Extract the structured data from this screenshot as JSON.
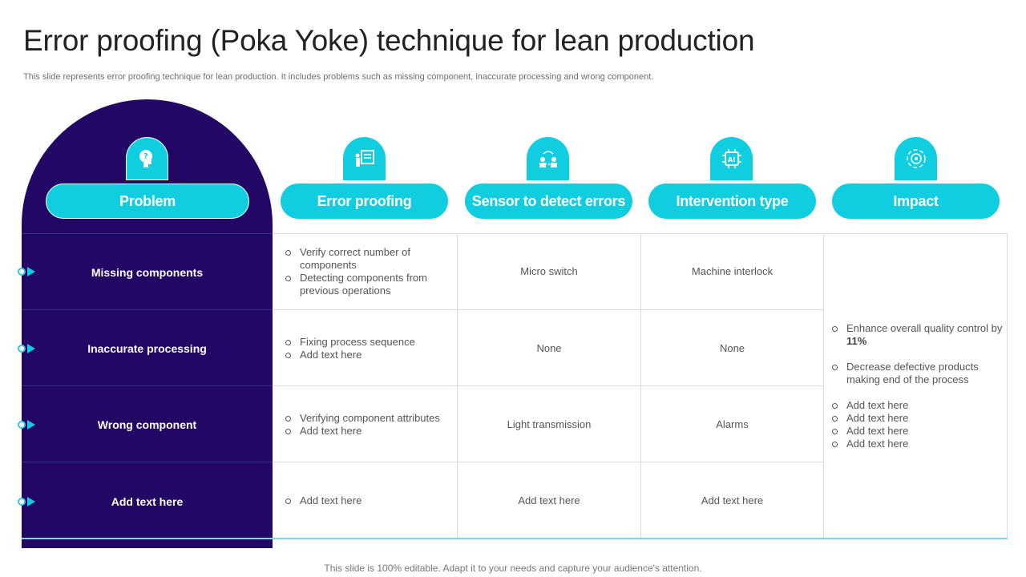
{
  "title": "Error proofing (Poka Yoke) technique for lean production",
  "subtitle": "This slide represents error proofing technique for lean production. It includes problems such as missing component, inaccurate processing and wrong component.",
  "footer": "This slide is 100% editable. Adapt it to your needs and capture your audience's attention.",
  "colors": {
    "navy": "#220764",
    "cyan": "#11cde0",
    "grid": "#d9dde2"
  },
  "headers": [
    {
      "label": "Problem",
      "icon": "question-head-icon"
    },
    {
      "label": "Error proofing",
      "icon": "presentation-board-icon"
    },
    {
      "label": "Sensor to detect errors",
      "icon": "team-network-icon"
    },
    {
      "label": "Intervention type",
      "icon": "ai-chip-icon"
    },
    {
      "label": "Impact",
      "icon": "target-cycle-icon"
    }
  ],
  "rows": [
    {
      "problem": "Missing components",
      "error_proofing": [
        "Verify correct number of components",
        "Detecting components from previous  operations"
      ],
      "sensor": "Micro switch",
      "intervention": "Machine interlock"
    },
    {
      "problem": "Inaccurate processing",
      "error_proofing": [
        "Fixing process sequence",
        "Add text here"
      ],
      "sensor": "None",
      "intervention": "None"
    },
    {
      "problem": "Wrong component",
      "error_proofing": [
        "Verifying component attributes",
        "Add text here"
      ],
      "sensor": "Light transmission",
      "intervention": "Alarms"
    },
    {
      "problem": "Add text here",
      "error_proofing": [
        "Add text here"
      ],
      "sensor": "Add text here",
      "intervention": "Add text here"
    }
  ],
  "impact": {
    "item1_text": "Enhance overall  quality control by ",
    "item1_value": "11%",
    "item2": "Decrease defective  products making end of the process",
    "items_extra": [
      "Add text here",
      "Add text here",
      "Add text here",
      "Add text here"
    ]
  }
}
